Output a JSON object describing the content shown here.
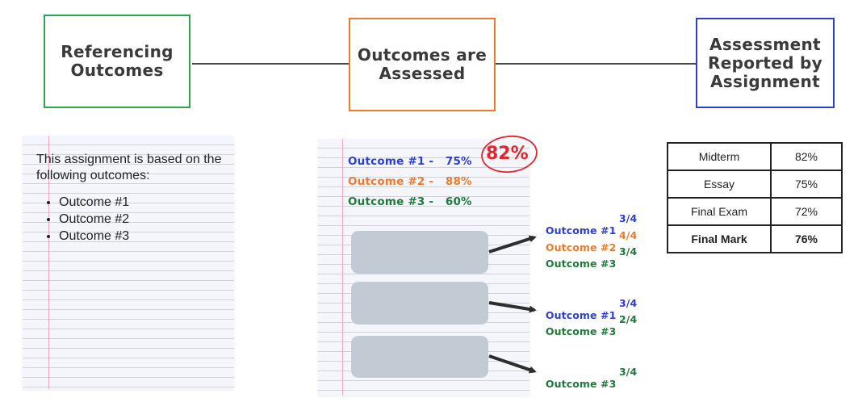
{
  "stages": [
    {
      "label": "Referencing\nOutcomes",
      "color": "#27a84a"
    },
    {
      "label": "Outcomes are\nAssessed",
      "color": "#f07a2a"
    },
    {
      "label": "Assessment\nReported by\nAssignment",
      "color": "#2b3fd6"
    }
  ],
  "assignment_note": {
    "intro": "This assignment is based on the following outcomes:",
    "outcomes": [
      "Outcome #1",
      "Outcome #2",
      "Outcome #3"
    ]
  },
  "overall": {
    "grade": "82%",
    "lines": [
      {
        "text": "Outcome #1 -   75%",
        "color": "#2b3fd6"
      },
      {
        "text": "Outcome #2 -   88%",
        "color": "#f07a2a"
      },
      {
        "text": "Outcome #3 -   60%",
        "color": "#1f7a3a"
      }
    ]
  },
  "assessments": [
    {
      "results": [
        {
          "outcome": "Outcome #1",
          "score": "3/4",
          "color": "#2b3fd6"
        },
        {
          "outcome": "Outcome #2",
          "score": "4/4",
          "color": "#f07a2a"
        },
        {
          "outcome": "Outcome #3",
          "score": "3/4",
          "color": "#1f7a3a"
        }
      ]
    },
    {
      "results": [
        {
          "outcome": "Outcome #1",
          "score": "3/4",
          "color": "#2b3fd6"
        },
        {
          "outcome": "Outcome #3",
          "score": "2/4",
          "color": "#1f7a3a"
        }
      ]
    },
    {
      "results": [
        {
          "outcome": "Outcome #3",
          "score": "3/4",
          "color": "#1f7a3a"
        }
      ]
    }
  ],
  "report": {
    "rows": [
      {
        "assignment": "Midterm",
        "mark": "82%"
      },
      {
        "assignment": "Essay",
        "mark": "75%"
      },
      {
        "assignment": "Final Exam",
        "mark": "72%"
      },
      {
        "assignment": "Final Mark",
        "mark": "76%"
      }
    ]
  }
}
